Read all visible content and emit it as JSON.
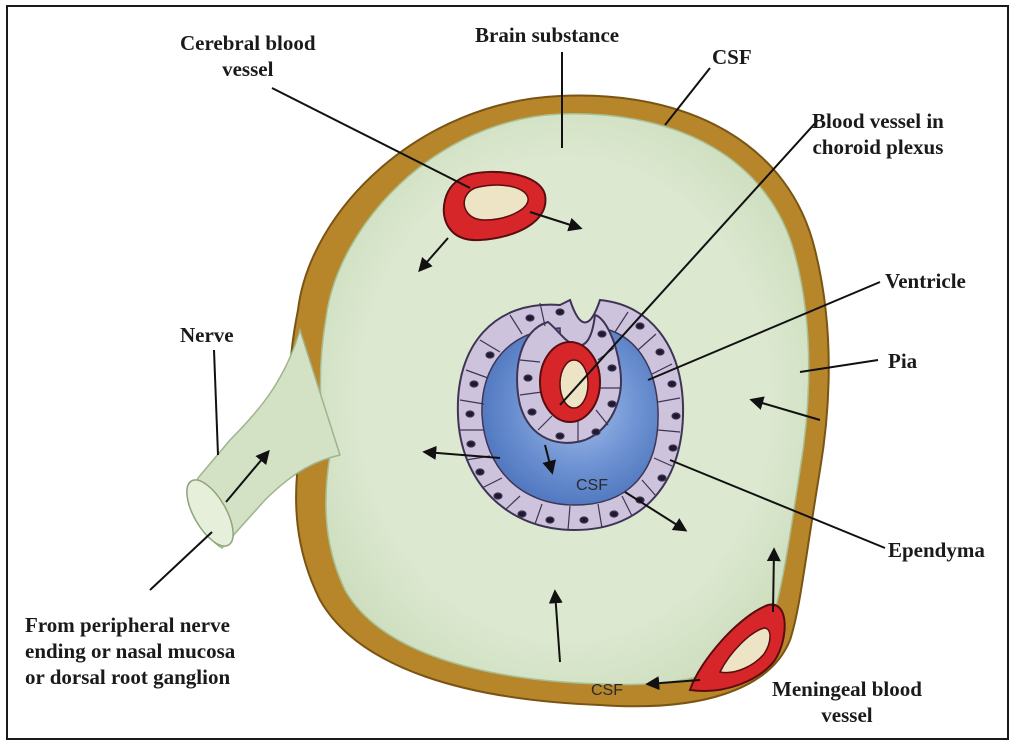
{
  "labels": {
    "cerebral_blood_vessel": [
      "Cerebral blood",
      "vessel"
    ],
    "brain_substance": "Brain substance",
    "csf_top": "CSF",
    "blood_vessel_choroid": [
      "Blood vessel in",
      "choroid plexus"
    ],
    "ventricle": "Ventricle",
    "pia": "Pia",
    "nerve": "Nerve",
    "ependyma": "Ependyma",
    "peripheral_source": [
      "From peripheral  nerve",
      "ending or nasal mucosa",
      "or dorsal root ganglion"
    ],
    "meningeal_blood_vessel": [
      "Meningeal blood",
      "vessel"
    ]
  },
  "inner_labels": {
    "csf_ventricle": "CSF",
    "csf_meningeal": "CSF"
  },
  "colors": {
    "dura": "#b8862a",
    "dura_dark": "#7a5412",
    "brain": "#d9e6cc",
    "brain_shade": "#c4d6b4",
    "ventricle": "#5b83c9",
    "ventricle_light": "#8eaee3",
    "ependyma_cell": "#cdc3dc",
    "vessel_red": "#d7262a",
    "vessel_lumen": "#ece4c4"
  }
}
